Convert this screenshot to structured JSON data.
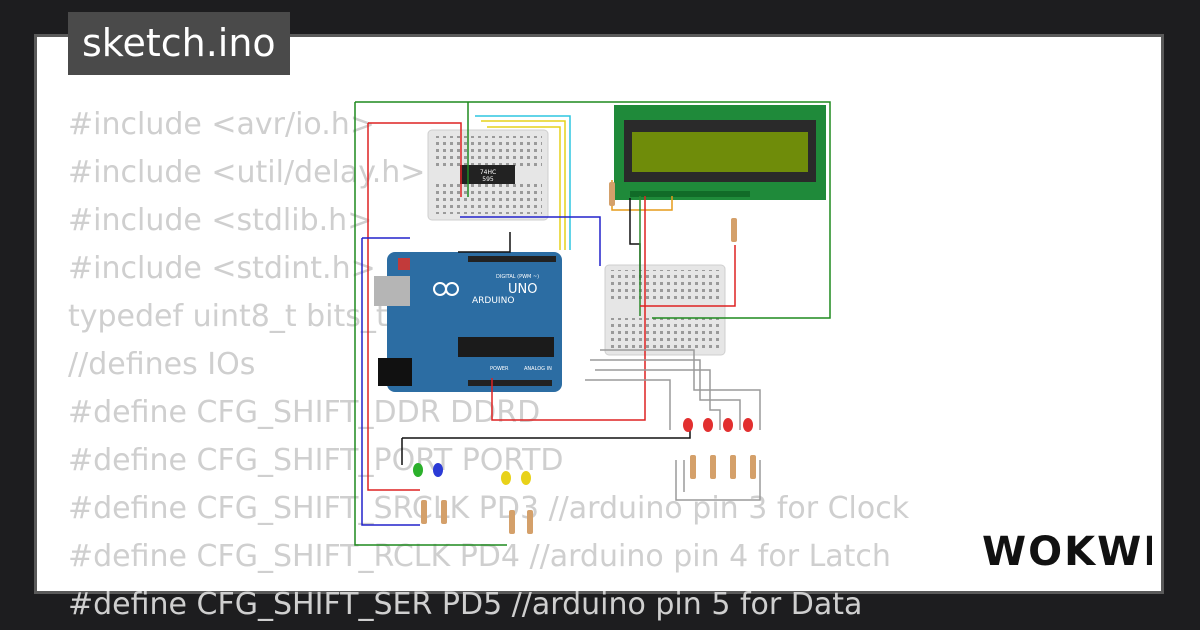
{
  "tab": {
    "title": "sketch.ino"
  },
  "code_lines": [
    "#include <avr/io.h>",
    "#include <util/delay.h>",
    "#include <stdlib.h>",
    "#include <stdint.h>",
    "typedef uint8_t bits_t;",
    "//defines IOs",
    "#define CFG_SHIFT_DDR DDRD",
    "#define CFG_SHIFT_PORT PORTD",
    "#define CFG_SHIFT_SRCLK PD3 //arduino pin 3 for Clock",
    "#define CFG_SHIFT_RCLK PD4 //arduino pin 4 for Latch",
    "#define CFG_SHIFT_SER PD5 //arduino pin 5 for Data"
  ],
  "arduino": {
    "brand": "ARDUINO",
    "model": "UNO",
    "header_digital": "DIGITAL (PWM ~)",
    "header_power": "POWER",
    "header_analog": "ANALOG IN"
  },
  "shift_register": {
    "label_top": "74HC",
    "label_bottom": "595"
  },
  "logo": {
    "text": "WOKWI"
  },
  "colors": {
    "background": "#1d1d1f",
    "panel": "#ffffff",
    "code_text": "#cfcfcf",
    "arduino_board": "#2c6da3",
    "lcd_pcb": "#1f8a3a",
    "lcd_screen": "#6f8c0a"
  },
  "leds": [
    "green",
    "blue",
    "yellow",
    "yellow",
    "red",
    "red",
    "red",
    "red"
  ]
}
